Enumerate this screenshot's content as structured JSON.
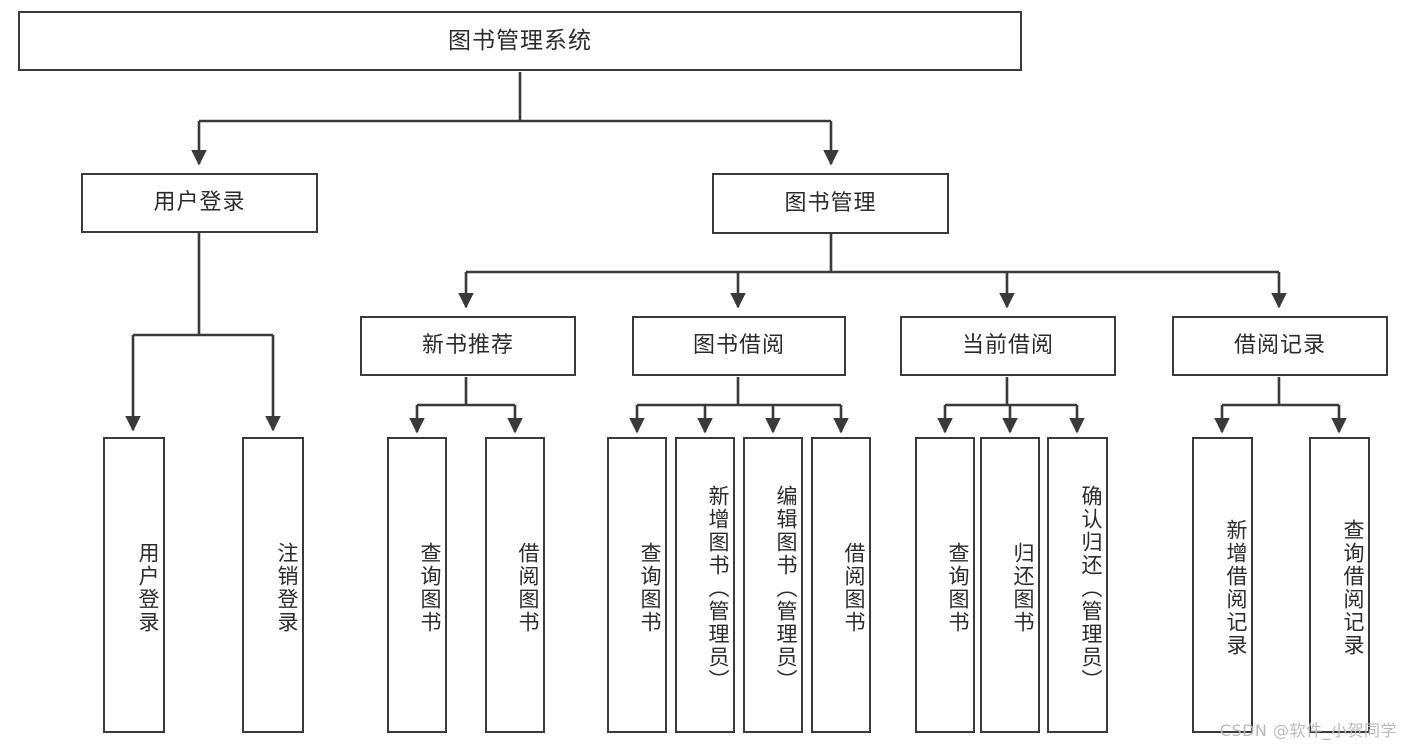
{
  "diagram": {
    "type": "tree-hierarchy",
    "title": "图书管理系统",
    "orientation": "top-down",
    "colors": {
      "stroke": "#3a3a3a",
      "fill": "#ffffff",
      "text": "#2b2b2b",
      "watermark": "#b9b9b9"
    }
  },
  "nodes": {
    "root": {
      "label": "图书管理系统"
    },
    "level1": [
      {
        "id": "user-login",
        "label": "用户登录"
      },
      {
        "id": "book-manage",
        "label": "图书管理"
      }
    ],
    "level2": [
      {
        "id": "new-book-recommend",
        "label": "新书推荐"
      },
      {
        "id": "book-borrow",
        "label": "图书借阅"
      },
      {
        "id": "current-borrow",
        "label": "当前借阅"
      },
      {
        "id": "borrow-record",
        "label": "借阅记录"
      }
    ],
    "leaves": {
      "user_login": [
        {
          "id": "leaf-user-login",
          "label": "用户登录"
        },
        {
          "id": "leaf-logout-login",
          "label": "注销登录"
        }
      ],
      "new_book_recommend": [
        {
          "id": "leaf-query-book-1",
          "label": "查询图书"
        },
        {
          "id": "leaf-borrow-book-1",
          "label": "借阅图书"
        }
      ],
      "book_borrow": [
        {
          "id": "leaf-query-book-2",
          "label": "查询图书"
        },
        {
          "id": "leaf-add-book",
          "label": "新增图书（管理员）"
        },
        {
          "id": "leaf-edit-book",
          "label": "编辑图书（管理员）"
        },
        {
          "id": "leaf-borrow-book-2",
          "label": "借阅图书"
        }
      ],
      "current_borrow": [
        {
          "id": "leaf-query-book-3",
          "label": "查询图书"
        },
        {
          "id": "leaf-return-book",
          "label": "归还图书"
        },
        {
          "id": "leaf-confirm-return",
          "label": "确认归还（管理员）"
        }
      ],
      "borrow_record": [
        {
          "id": "leaf-add-record",
          "label": "新增借阅记录"
        },
        {
          "id": "leaf-query-record",
          "label": "查询借阅记录"
        }
      ]
    }
  },
  "watermark": {
    "text": "CSDN @软件_小贺同学"
  }
}
